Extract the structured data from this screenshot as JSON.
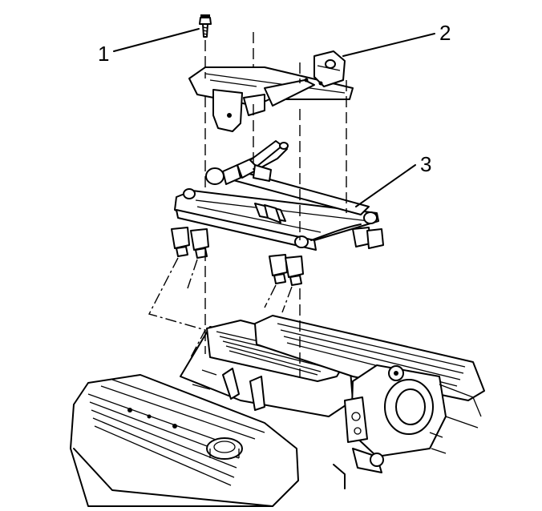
{
  "callouts": [
    {
      "id": 1,
      "label": "1"
    },
    {
      "id": 2,
      "label": "2"
    },
    {
      "id": 3,
      "label": "3"
    }
  ],
  "colors": {
    "line": "#000000",
    "background": "#ffffff"
  }
}
